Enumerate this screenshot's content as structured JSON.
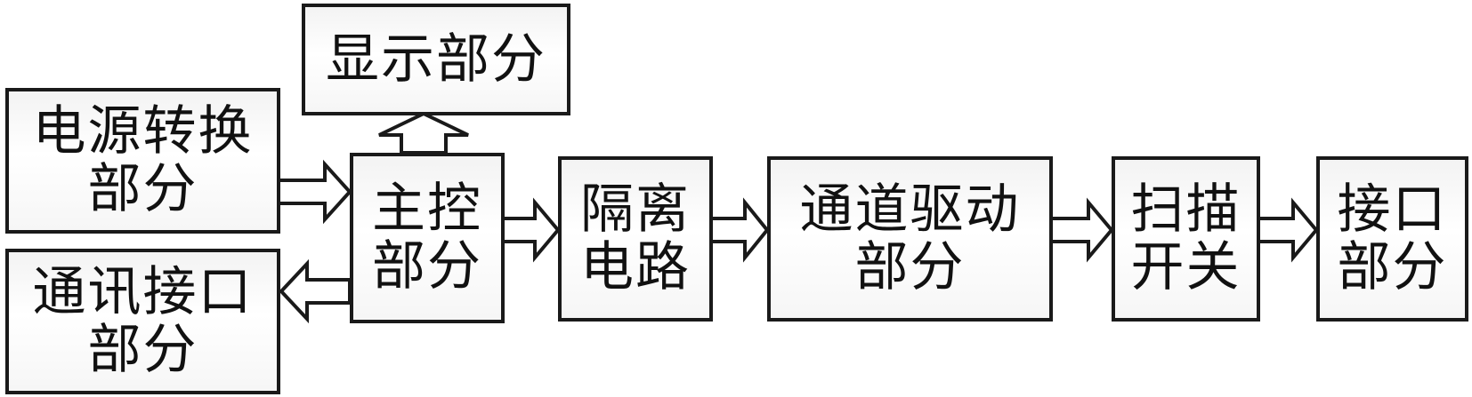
{
  "blocks": {
    "display": {
      "line1": "显示部分"
    },
    "power": {
      "line1": "电源转换",
      "line2": "部分"
    },
    "comm": {
      "line1": "通讯接口",
      "line2": "部分"
    },
    "master": {
      "line1": "主控",
      "line2": "部分"
    },
    "isolation": {
      "line1": "隔离",
      "line2": "电路"
    },
    "channel": {
      "line1": "通道驱动",
      "line2": "部分"
    },
    "scan": {
      "line1": "扫描",
      "line2": "开关"
    },
    "interface": {
      "line1": "接口",
      "line2": "部分"
    }
  },
  "colors": {
    "stroke": "#1a1a1a",
    "text": "#111111",
    "fill": "#ffffff"
  }
}
